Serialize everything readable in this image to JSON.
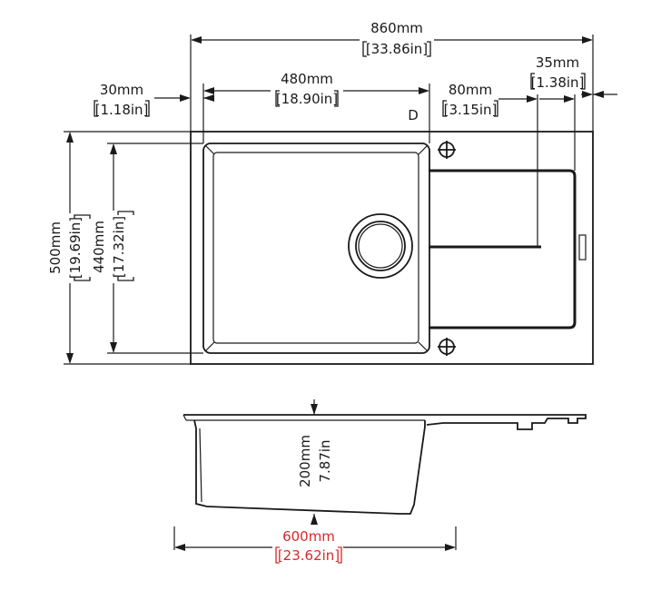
{
  "dimensions": {
    "overall_width": {
      "mm": "860mm",
      "in": "[33.86in]"
    },
    "bowl_width": {
      "mm": "480mm",
      "in": "[18.90in]"
    },
    "left_margin": {
      "mm": "30mm",
      "in": "[1.18in]"
    },
    "drainer_offset": {
      "mm": "80mm",
      "in": "[3.15in]"
    },
    "right_margin": {
      "mm": "35mm",
      "in": "[1.38in]"
    },
    "overall_depth": {
      "mm": "500mm",
      "in": "[19.69in]"
    },
    "bowl_depth": {
      "mm": "440mm",
      "in": "[17.32in]"
    },
    "bowl_height": {
      "mm": "200mm",
      "in": "7.87in"
    },
    "cabinet_size": {
      "mm": "600mm",
      "in": "[23.62in]"
    }
  },
  "labels": {
    "corner_mark": "D"
  },
  "colors": {
    "line": "#1a1a1a",
    "cabinet_dimension": "#d42a2a"
  }
}
